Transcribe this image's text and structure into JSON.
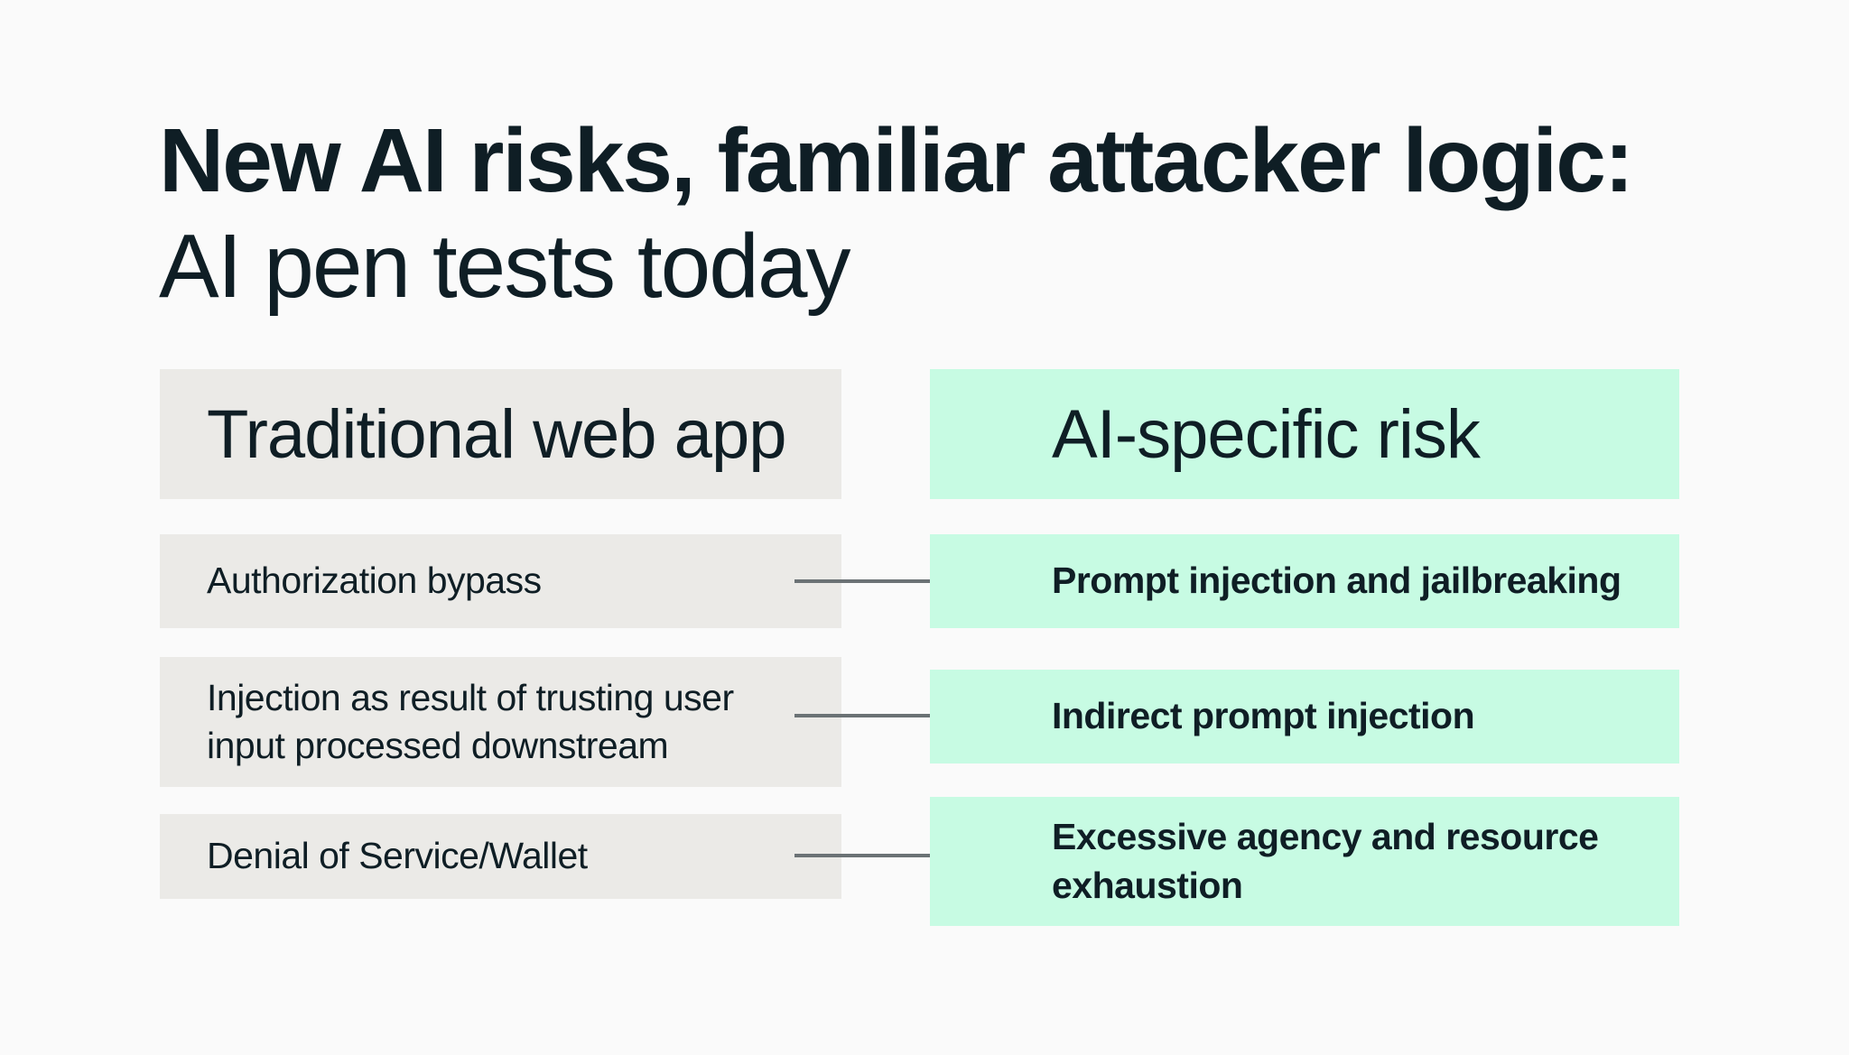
{
  "title": "New AI risks, familiar attacker logic:",
  "subtitle": "AI pen tests today",
  "columns": {
    "left_header": "Traditional web app",
    "right_header": "AI-specific risk"
  },
  "rows": [
    {
      "traditional": "Authorization bypass",
      "ai_risk": "Prompt injection and jailbreaking"
    },
    {
      "traditional": "Injection as result of trusting user input processed downstream",
      "ai_risk": "Indirect prompt injection"
    },
    {
      "traditional": "Denial of Service/Wallet",
      "ai_risk": "Excessive agency and resource exhaustion"
    }
  ],
  "colors": {
    "background": "#fafafa",
    "left_box": "#ebeae7",
    "right_box": "#c7fbe3",
    "text": "#0f1e25",
    "arrow": "#6b7275"
  }
}
